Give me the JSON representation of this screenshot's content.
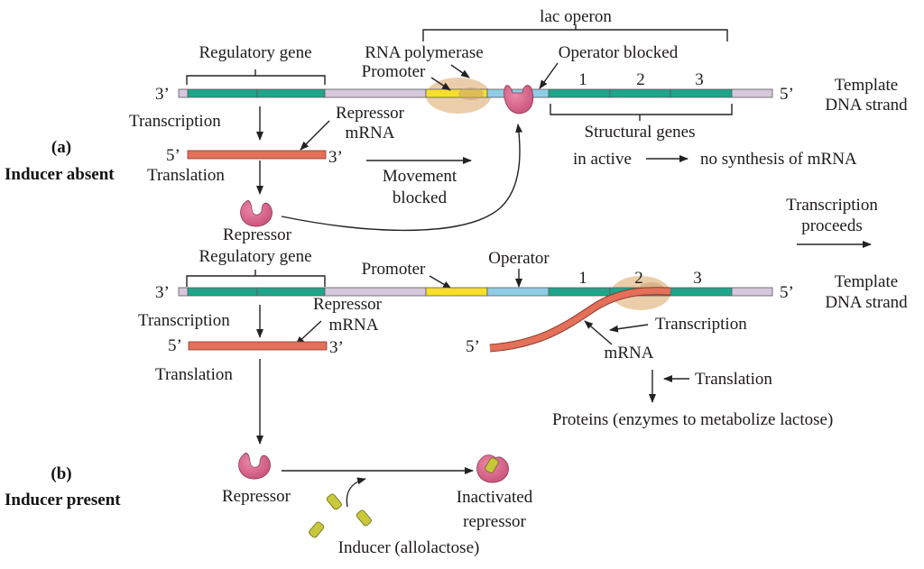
{
  "title": "Lac operon regulation",
  "colors": {
    "regulatory": "#1fa58a",
    "spacer": "#d6c8dc",
    "promoter": "#f7df2a",
    "operator": "#8fcde6",
    "structural": "#1fa58a",
    "mrna": "#e4705a",
    "repressor": "#d9658a",
    "polymerase": "#e9c9a0",
    "inducer": "#c8c83a"
  },
  "panel_a": {
    "tag": "(a)",
    "condition": "Inducer absent",
    "lac_operon": "lac operon",
    "regulatory_gene": "Regulatory gene",
    "rna_polymerase": "RNA polymerase",
    "promoter": "Promoter",
    "operator_blocked": "Operator blocked",
    "gene_numbers": [
      "1",
      "2",
      "3"
    ],
    "end_left": "3’",
    "end_right": "5’",
    "template_line1": "Template",
    "template_line2": "DNA strand",
    "transcription": "Transcription",
    "repressor_mrna_line1": "Repressor",
    "repressor_mrna_line2": "mRNA",
    "mrna_5": "5’",
    "mrna_3": "3’",
    "translation": "Translation",
    "movement_line1": "Movement",
    "movement_line2": "blocked",
    "structural_genes": "Structural genes",
    "inactive": "in active",
    "no_synthesis": "no synthesis of mRNA",
    "repressor": "Repressor"
  },
  "panel_b": {
    "tag": "(b)",
    "condition": "Inducer present",
    "transcription_proceeds_line1": "Transcription",
    "transcription_proceeds_line2": "proceeds",
    "regulatory_gene": "Regulatory gene",
    "promoter": "Promoter",
    "operator": "Operator",
    "gene_numbers": [
      "1",
      "2",
      "3"
    ],
    "end_left": "3’",
    "end_right": "5’",
    "template_line1": "Template",
    "template_line2": "DNA strand",
    "transcription": "Transcription",
    "repressor_mrna_line1": "Repressor",
    "repressor_mrna_line2": "mRNA",
    "mrna_5": "5’",
    "mrna_3": "3’",
    "translation": "Translation",
    "operon_mrna_5": "5’",
    "operon_transcription": "Transcription",
    "operon_mrna": "mRNA",
    "operon_translation": "Translation",
    "proteins": "Proteins (enzymes to metabolize lactose)",
    "repressor": "Repressor",
    "inactivated_line1": "Inactivated",
    "inactivated_line2": "repressor",
    "inducer": "Inducer (allolactose)"
  }
}
